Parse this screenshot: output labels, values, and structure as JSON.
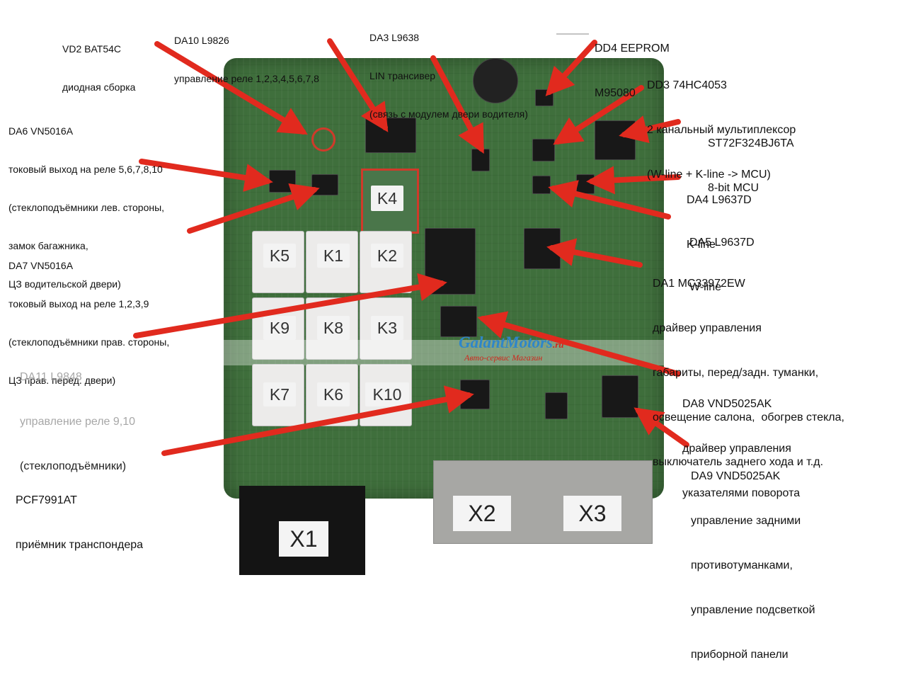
{
  "colors": {
    "arrow": "#e12a1e",
    "board": "#3f6f3c",
    "highlight": "#d03a2a"
  },
  "labels": {
    "vd2": {
      "title": "VD2 BAT54C",
      "desc": "диодная сборка"
    },
    "da10": {
      "title": "DA10 L9826",
      "desc": "управление реле 1,2,3,4,5,6,7,8"
    },
    "da3": {
      "title": "DA3 L9638",
      "desc": "LIN трансивер",
      "desc2": "(связь с модулем двери водителя)"
    },
    "dd4": {
      "title": "DD4 EEPROM",
      "desc": "M95080"
    },
    "dd3": {
      "title": "DD3 74HC4053",
      "desc": "2 канальный мультиплексор",
      "desc2": "(W-line + K-line -> MCU)"
    },
    "mcu": {
      "title": "ST72F324BJ6TA",
      "desc": "8-bit MCU"
    },
    "da4": {
      "title": "DA4 L9637D",
      "desc": "K-line"
    },
    "da5": {
      "title": "DA5 L9637D",
      "desc": "W-line"
    },
    "da6": {
      "title": "DA6 VN5016A",
      "desc": "токовый выход на реле 5,6,7,8,10",
      "desc2": "(стеклоподъёмники лев. стороны,",
      "desc3": "замок багажника,",
      "desc4": "ЦЗ водительской двери)"
    },
    "da7": {
      "title": "DA7 VN5016A",
      "desc": "токовый выход на реле 1,2,3,9",
      "desc2": "(стеклоподъёмники прав. стороны,",
      "desc3": "ЦЗ прав. перед. двери)"
    },
    "da1": {
      "title": "DA1 MC33972EW",
      "desc": "драйвер управления",
      "desc2": "габариты, перед/задн. туманки,",
      "desc3": "освещение салона,  обогрев стекла,",
      "desc4": "выключатель заднего хода и т.д."
    },
    "da11": {
      "title": "DA11 L9848",
      "desc": "управление реле 9,10",
      "desc2": "(стеклоподъёмники)"
    },
    "da8": {
      "title": "DA8 VND5025AK",
      "desc": "драйвер управления",
      "desc2": "указателями поворота"
    },
    "da9": {
      "title": "DA9 VND5025AK",
      "desc": "управление задними",
      "desc2": "противотуманками,",
      "desc3": "управление подсветкой",
      "desc4": "приборной панели"
    },
    "pcf": {
      "title": "PCF7991AT",
      "desc": "приёмник транспондера"
    }
  },
  "relays": {
    "k1": "K1",
    "k2": "K2",
    "k3": "K3",
    "k4": "K4",
    "k5": "K5",
    "k6": "K6",
    "k7": "K7",
    "k8": "K8",
    "k9": "K9",
    "k10": "K10"
  },
  "connectors": {
    "x1": "X1",
    "x2": "X2",
    "x3": "X3"
  },
  "watermark": {
    "brand": "GalantMotors",
    "tld": ".ru",
    "sub": "Авто-сервис  Магазин"
  }
}
